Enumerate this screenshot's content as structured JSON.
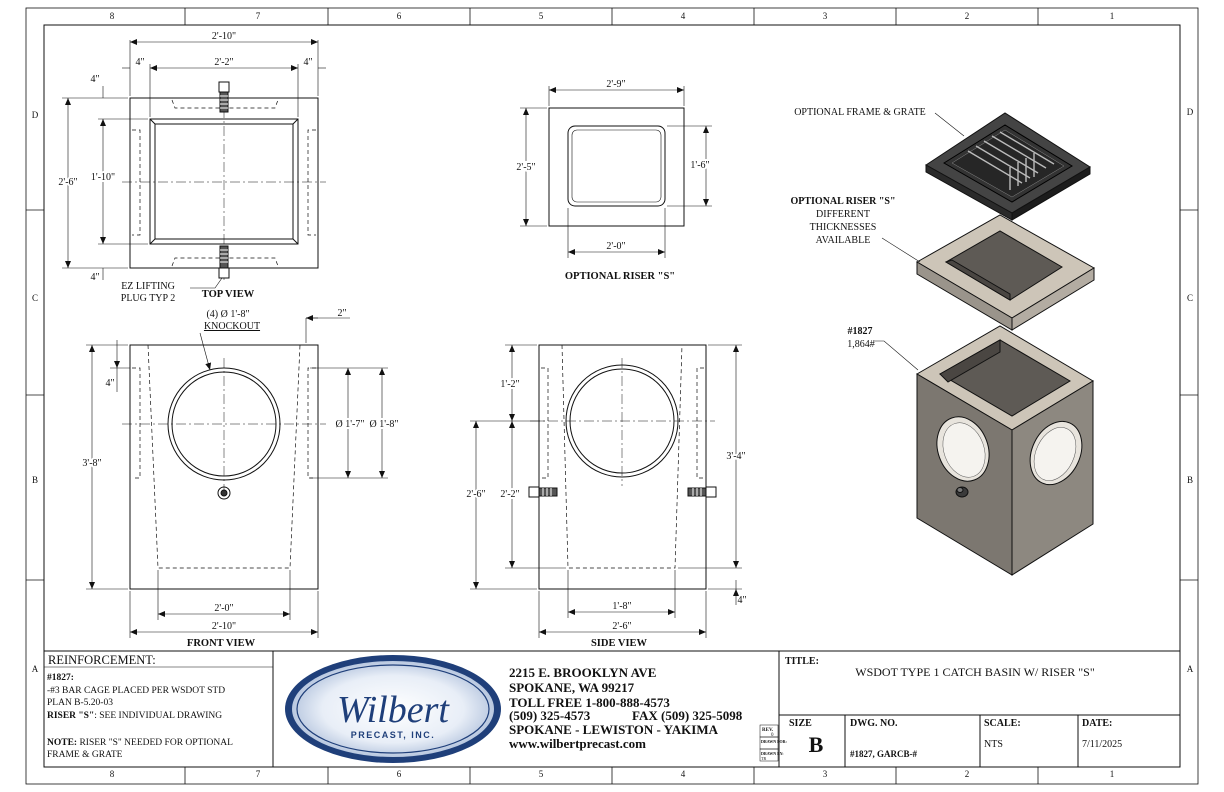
{
  "zones": {
    "columns": [
      "8",
      "7",
      "6",
      "5",
      "4",
      "3",
      "2",
      "1"
    ],
    "rows": [
      "D",
      "C",
      "B",
      "A"
    ]
  },
  "top_view": {
    "title": "TOP VIEW",
    "dim_overall_width": "2'-10\"",
    "dim_inner_width": "2'-2\"",
    "dim_left_wall": "4\"",
    "dim_right_wall": "4\"",
    "dim_top_wall": "4\"",
    "dim_bottom_wall": "4\"",
    "dim_overall_height": "2'-6\"",
    "dim_inner_height": "1'-10\"",
    "note_line1": "EZ LIFTING",
    "note_line2": "PLUG TYP 2"
  },
  "riser_view": {
    "title": "OPTIONAL RISER \"S\"",
    "dim_outer_width": "2'-9\"",
    "dim_outer_height": "2'-5\"",
    "dim_inner_height": "1'-6\"",
    "dim_inner_width": "2'-0\""
  },
  "front_view": {
    "title": "FRONT VIEW",
    "knockout_line1": "(4) Ø 1'-8\"",
    "knockout_line2": "KNOCKOUT",
    "dim_wall_top": "2\"",
    "dim_wall_left": "4\"",
    "dim_height": "3'-8\"",
    "dim_knockout_inner": "Ø 1'-7\"",
    "dim_knockout_outer": "Ø 1'-8\"",
    "dim_base_width": "2'-0\"",
    "dim_overall_width": "2'-10\""
  },
  "side_view": {
    "title": "SIDE VIEW",
    "dim_top": "1'-2\"",
    "dim_left_outer": "2'-6\"",
    "dim_left_inner": "2'-2\"",
    "dim_right": "3'-4\"",
    "dim_bottom": "4\"",
    "dim_base_width": "1'-8\"",
    "dim_overall_width": "2'-6\""
  },
  "iso_view": {
    "frame_label": "OPTIONAL FRAME & GRATE",
    "riser_label_bold": "OPTIONAL RISER \"S\"",
    "riser_label_2": "DIFFERENT",
    "riser_label_3": "THICKNESSES",
    "riser_label_4": "AVAILABLE",
    "part_number": "#1827",
    "weight": "1,864#"
  },
  "title_block": {
    "reinforcement_header": "REINFORCEMENT:",
    "part_ref": "#1827:",
    "rebar_line1": "-#3 BAR CAGE PLACED PER WSDOT STD",
    "rebar_line2": "PLAN B-5.20-03",
    "riser_note_bold": "RISER \"S\"",
    "riser_note_text": ": SEE INDIVIDUAL DRAWING",
    "note_bold": "NOTE:",
    "note_line1": " RISER \"S\" NEEDED FOR OPTIONAL",
    "note_line2": "FRAME & GRATE",
    "logo_word": "Wilbert",
    "logo_sub": "PRECAST, INC.",
    "address_line1": "2215 E. BROOKLYN AVE",
    "address_line2": "SPOKANE, WA 99217",
    "tollfree": "TOLL FREE 1-800-888-4573",
    "phone": "(509) 325-4573",
    "fax": "FAX (509) 325-5098",
    "cities": "SPOKANE - LEWISTON - YAKIMA",
    "website": "www.wilbertprecast.com",
    "rev_label": "REV.",
    "rev_value": "0",
    "drawn_for_label": "DRAWN FOR:",
    "drawn_by_label": "DRAWN BY:",
    "drawn_by_value": "TR",
    "title_label": "TITLE:",
    "title_value": "WSDOT TYPE 1 CATCH BASIN W/ RISER \"S\"",
    "size_label": "SIZE",
    "size_value": "B",
    "dwg_label": "DWG.  NO.",
    "dwg_value": "#1827, GARCB-#",
    "scale_label": "SCALE:",
    "scale_value": "NTS",
    "date_label": "DATE:",
    "date_value": "7/11/2025"
  },
  "colors": {
    "line": "#111111",
    "concrete_front": "#7c7770",
    "concrete_side": "#8d8880",
    "concrete_top": "#cdc5b8",
    "concrete_inner": "#5e5a55",
    "grate": "#2a2a2a",
    "logo_blue": "#1f3f7a"
  }
}
